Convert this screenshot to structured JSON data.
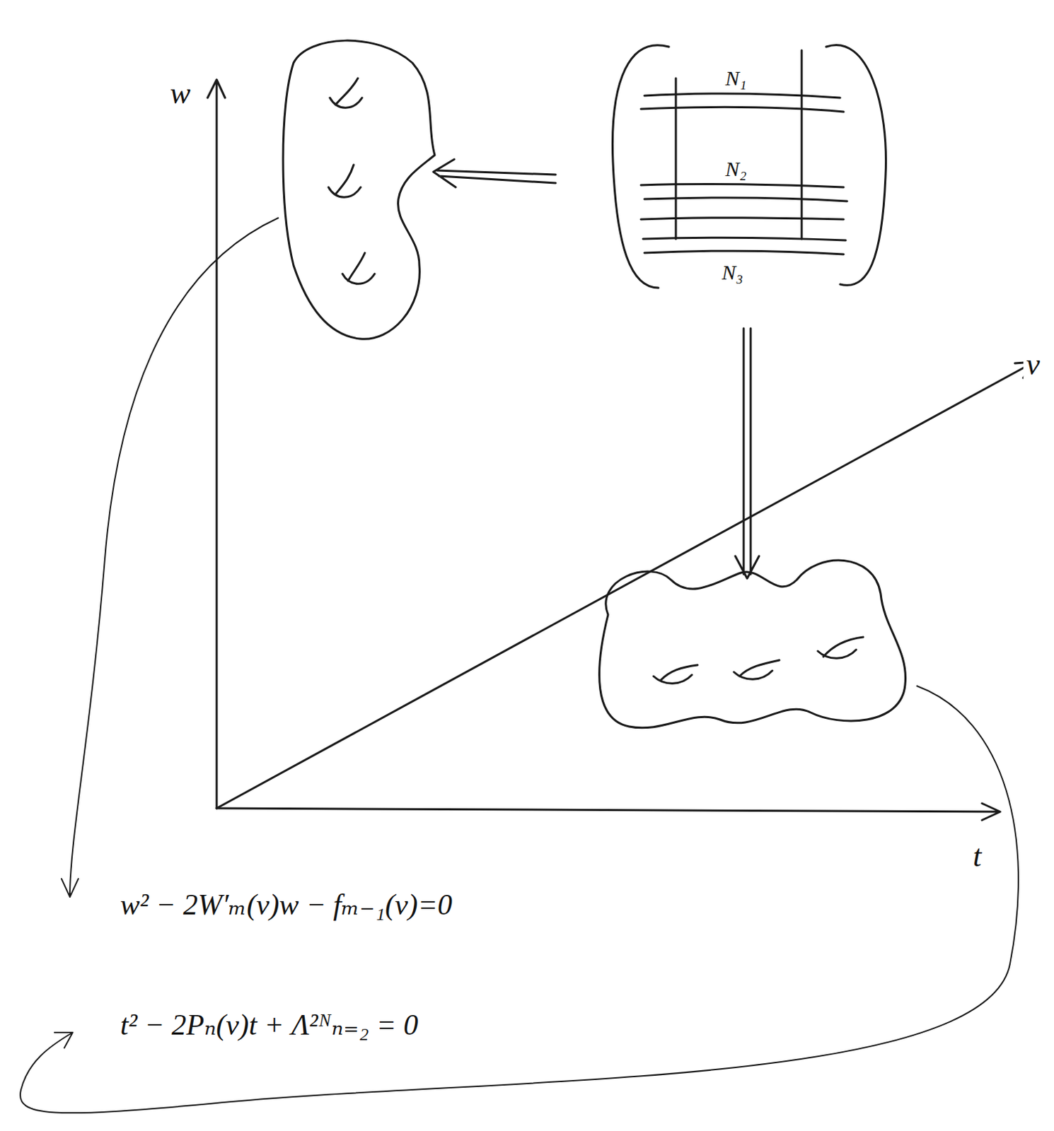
{
  "diagram": {
    "nodes": [
      {
        "text": [
          "N₁",
          "N₂",
          "N₃"
        ]
      }
    ],
    "labels": [
      "w",
      "v",
      "t",
      "w² − 2W′ₘ(v)w − fₘ₋₁(v)=0",
      "t² − 2Pₙ(v)t + Λ²ᴺₙ₌₂ = 0"
    ]
  }
}
